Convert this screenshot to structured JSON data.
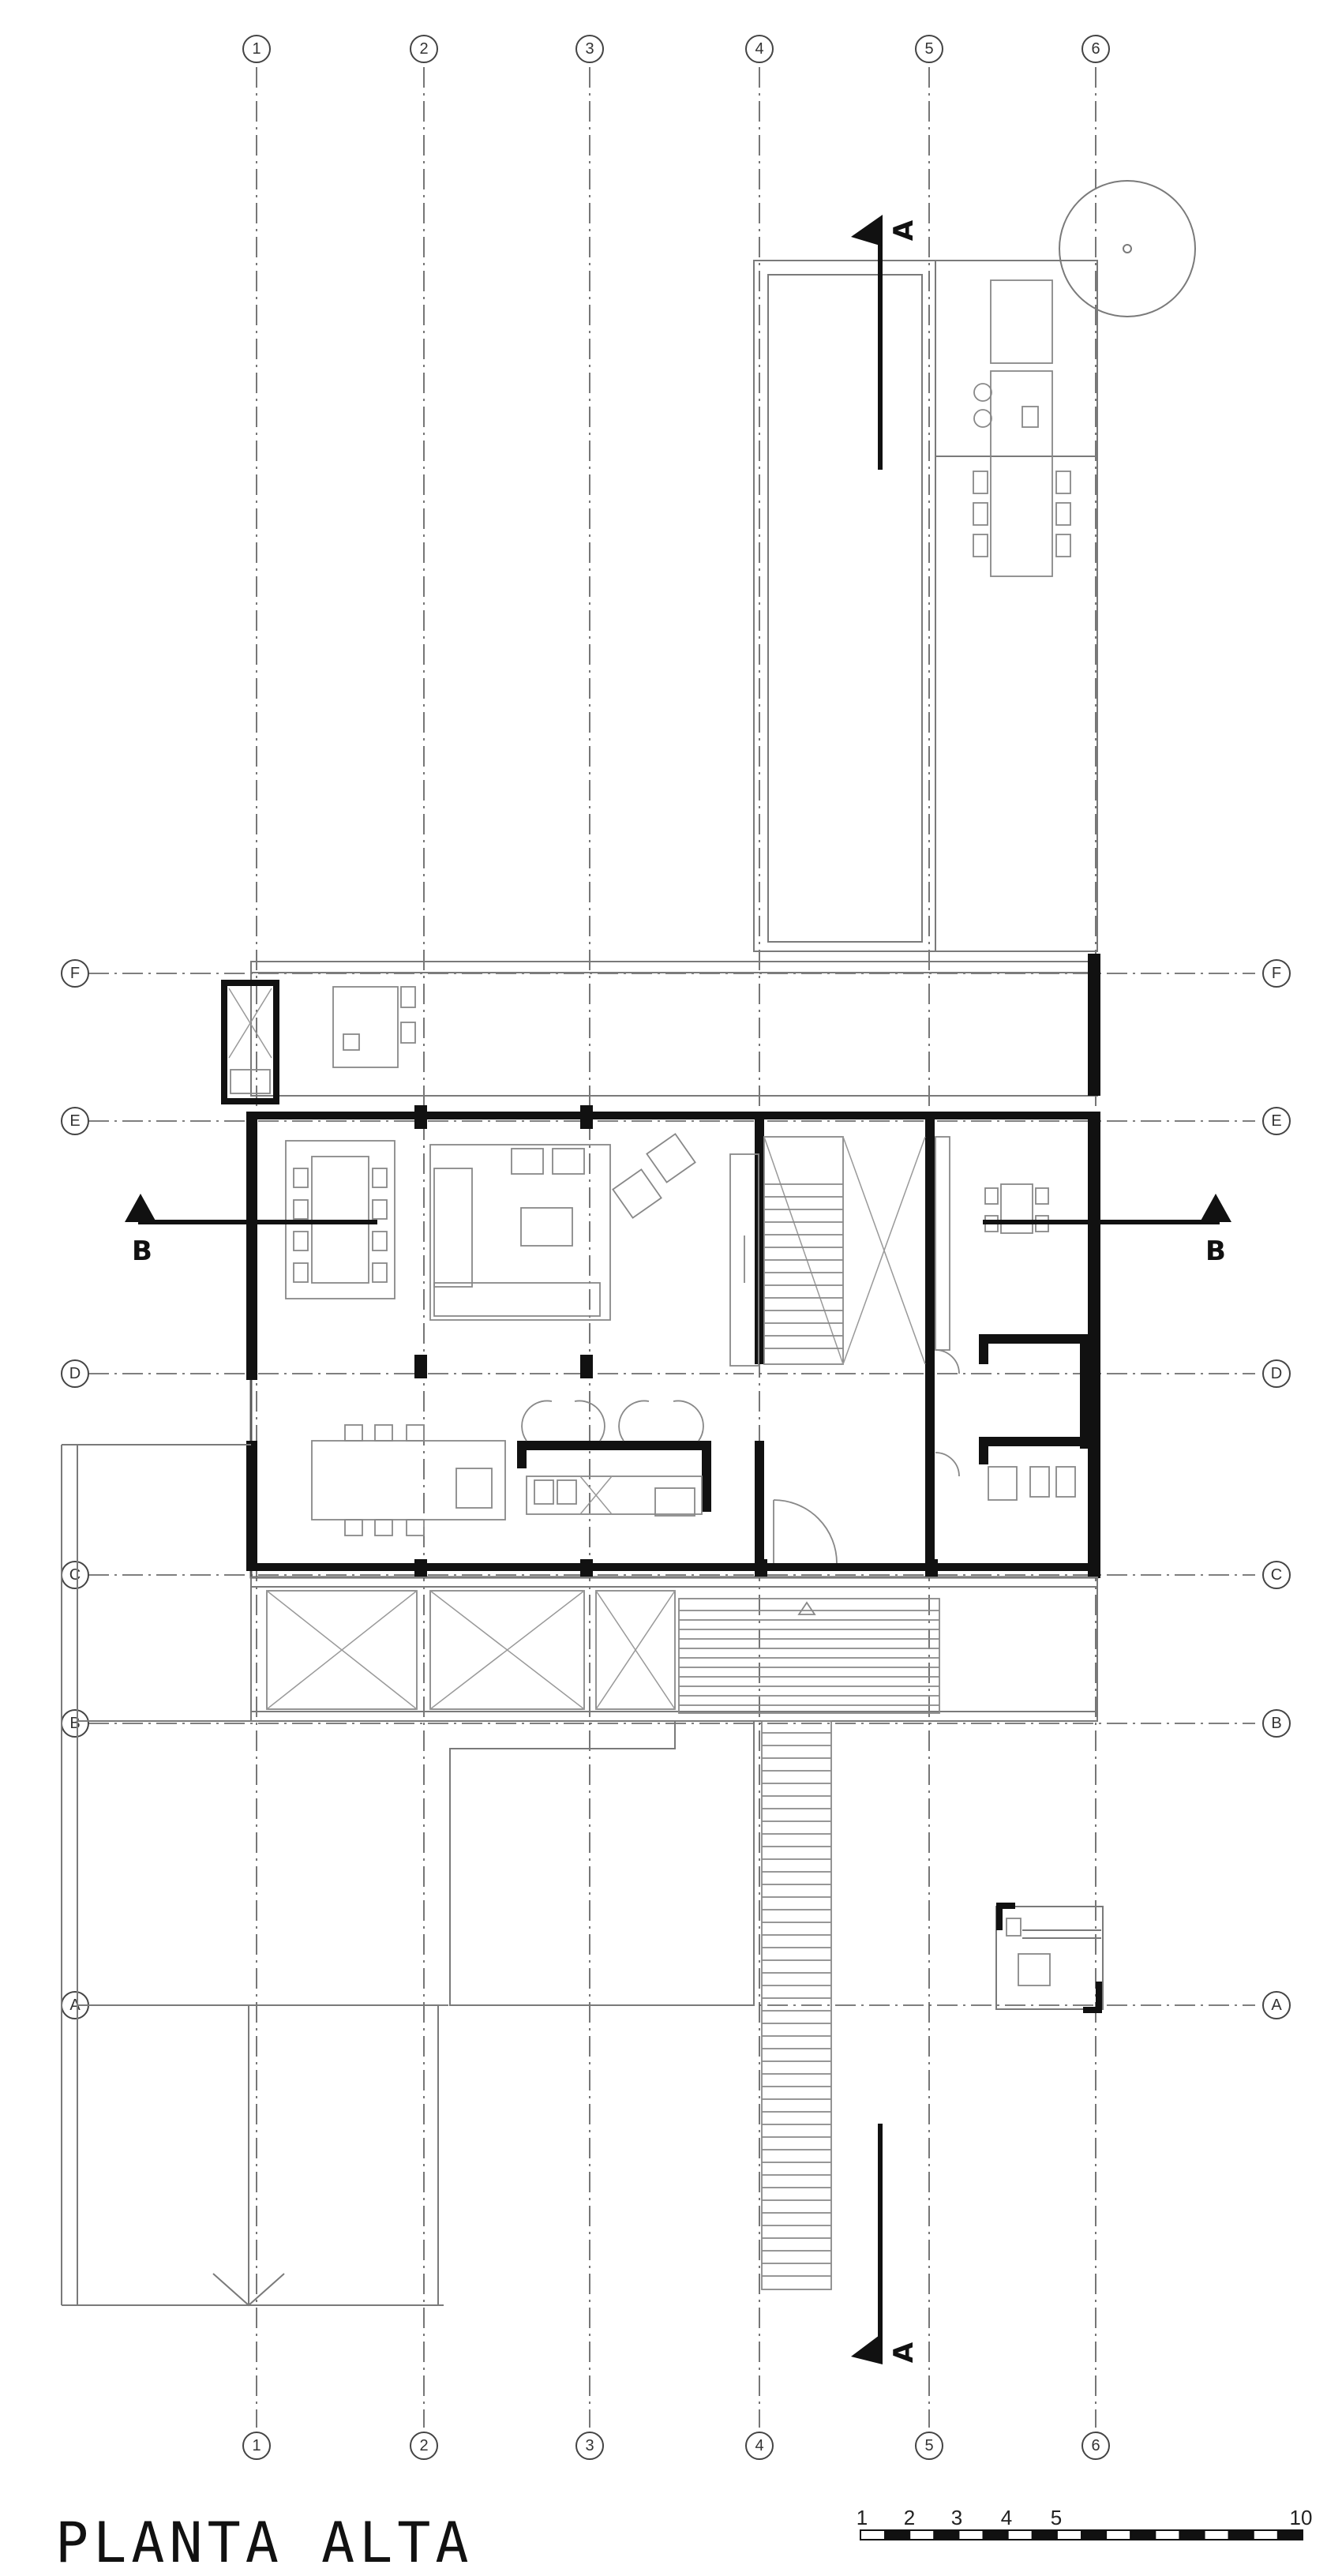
{
  "title": "PLANTA ALTA",
  "grid": {
    "columns": [
      "1",
      "2",
      "3",
      "4",
      "5",
      "6"
    ],
    "rows": [
      "A",
      "B",
      "C",
      "D",
      "E",
      "F"
    ]
  },
  "section_marks": {
    "a": "A",
    "b": "B"
  },
  "scale_bar": {
    "labels": [
      "1",
      "2",
      "3",
      "4",
      "5",
      "10"
    ]
  }
}
